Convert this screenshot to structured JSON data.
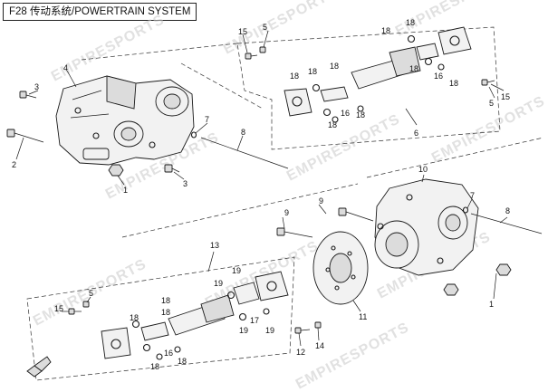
{
  "title": "F28 传动系统/POWERTRAIN SYSTEM",
  "watermark": "EMPIRESPORTS",
  "part_numbers": [
    "1",
    "2",
    "3",
    "4",
    "5",
    "6",
    "7",
    "8",
    "9",
    "10",
    "11",
    "12",
    "13",
    "14",
    "15",
    "16",
    "17",
    "18",
    "19"
  ],
  "callouts": {
    "c1a": "1",
    "c1b": "1",
    "c2": "2",
    "c3a": "3",
    "c3b": "3",
    "c4": "4",
    "c5a": "5",
    "c5b": "5",
    "c5c": "5",
    "c6": "6",
    "c7a": "7",
    "c7b": "7",
    "c8a": "8",
    "c8b": "8",
    "c9a": "9",
    "c9b": "9",
    "c10": "10",
    "c11": "11",
    "c12": "12",
    "c13": "13",
    "c14": "14",
    "c15a": "15",
    "c15b": "15",
    "c15c": "15",
    "c16a": "16",
    "c16b": "16",
    "c16c": "16",
    "c17": "17",
    "c18a": "18",
    "c18b": "18",
    "c18c": "18",
    "c18d": "18",
    "c18e": "18",
    "c18f": "18",
    "c18g": "18",
    "c18h": "18",
    "c18i": "18",
    "c18j": "18",
    "c19a": "19",
    "c19b": "19",
    "c19c": "19",
    "c19d": "19"
  },
  "colors": {
    "line": "#1a1a1a",
    "watermark": "#c9c9c9",
    "background": "#ffffff"
  }
}
